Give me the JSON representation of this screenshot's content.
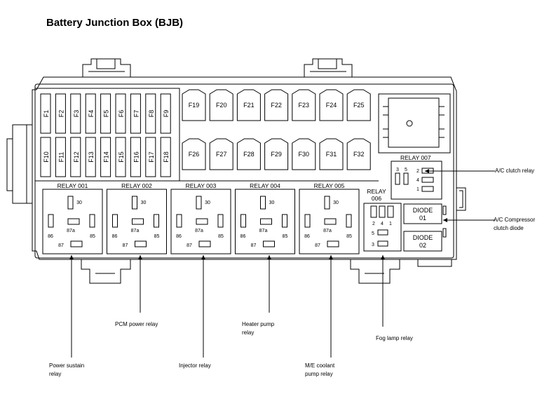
{
  "title": "Battery Junction Box (BJB)",
  "fuses_small_top": [
    "F1",
    "F2",
    "F3",
    "F4",
    "F5",
    "F6",
    "F7",
    "F8",
    "F9"
  ],
  "fuses_small_bottom": [
    "F10",
    "F11",
    "F12",
    "F13",
    "F14",
    "F15",
    "F16",
    "F17",
    "F18"
  ],
  "fuses_large_top": [
    "F19",
    "F20",
    "F21",
    "F22",
    "F23",
    "F24",
    "F25"
  ],
  "fuses_large_bottom": [
    "F26",
    "F27",
    "F28",
    "F29",
    "F30",
    "F31",
    "F32"
  ],
  "relays": [
    {
      "label": "RELAY 001"
    },
    {
      "label": "RELAY 002"
    },
    {
      "label": "RELAY 003"
    },
    {
      "label": "RELAY 004"
    },
    {
      "label": "RELAY 005"
    }
  ],
  "relay_pins": {
    "p30": "30",
    "p86": "86",
    "p87a": "87a",
    "p85": "85",
    "p87": "87"
  },
  "relay006": {
    "label_line1": "RELAY",
    "label_line2": "006",
    "pins": [
      "2",
      "4",
      "1",
      "5",
      "3"
    ]
  },
  "relay007": {
    "label": "RELAY 007",
    "pins": [
      "3",
      "5",
      "2",
      "4",
      "1"
    ]
  },
  "diodes": [
    {
      "line1": "DIODE",
      "line2": "01"
    },
    {
      "line1": "DIODE",
      "line2": "02"
    }
  ],
  "callouts": {
    "ac_clutch": "A/C clutch relay",
    "ac_diode_1": "A/C Compressor",
    "ac_diode_2": "clutch diode",
    "fog": "Fog lamp relay",
    "pcm": "PCM power relay",
    "heater_1": "Heater pump",
    "heater_2": "relay",
    "power_1": "Power sustain",
    "power_2": "relay",
    "injector": "Injector relay",
    "me_1": "M/E coolant",
    "me_2": "pump relay"
  }
}
